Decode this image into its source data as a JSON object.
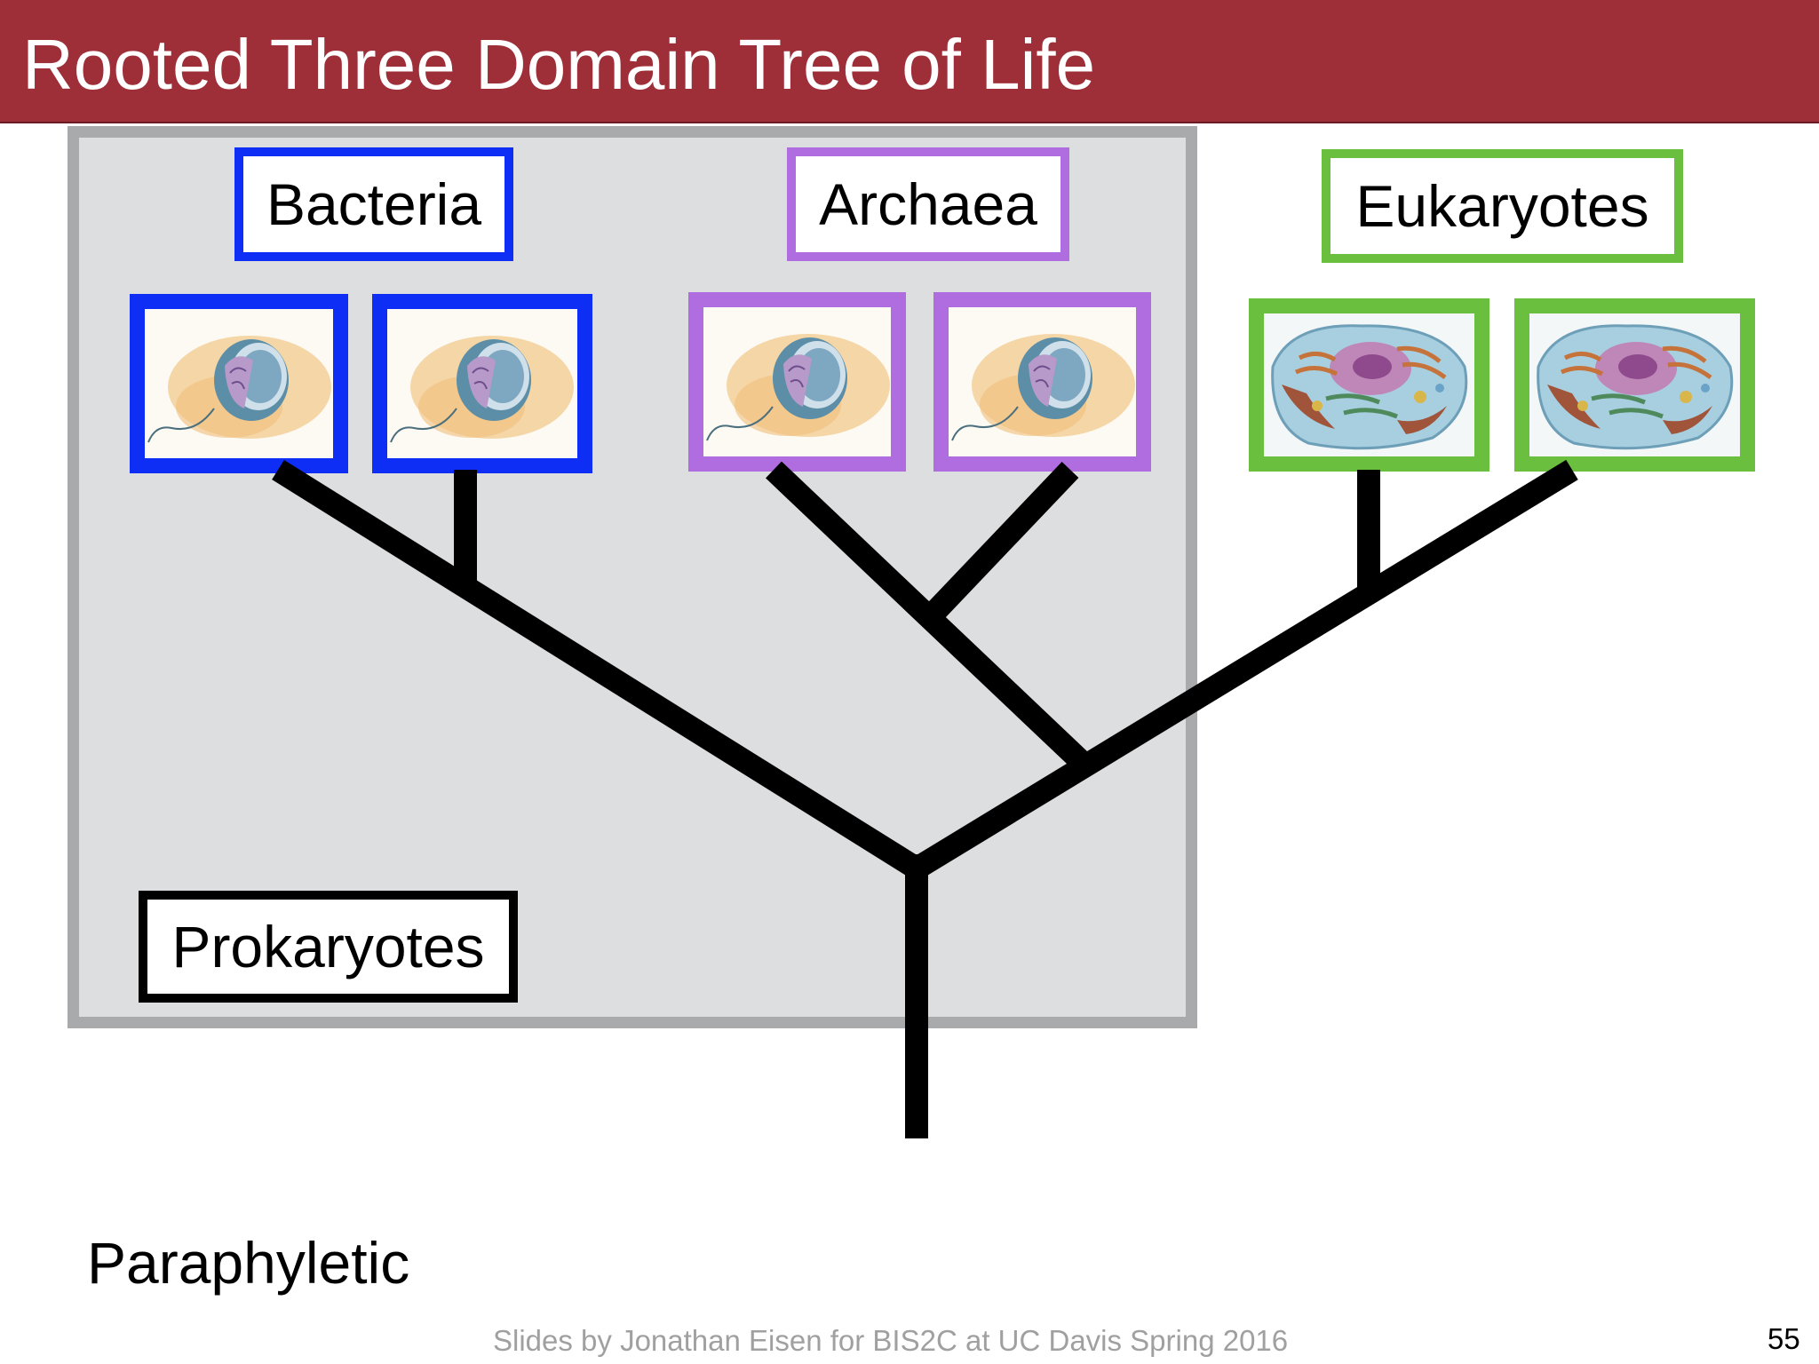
{
  "title": "Rooted Three Domain Tree of Life",
  "domains": {
    "bacteria": {
      "label": "Bacteria",
      "color": "#0f2ef5"
    },
    "archaea": {
      "label": "Archaea",
      "color": "#b06de0"
    },
    "eukaryotes": {
      "label": "Eukaryotes",
      "color": "#6abf3f"
    }
  },
  "group_label": "Prokaryotes",
  "caption": "Paraphyletic",
  "footer": "Slides by Jonathan Eisen for BIS2C at UC Davis Spring 2016",
  "slide_number": "55",
  "colors": {
    "title_bar": "#9e2f38",
    "prokaryote_region": "#dcdee0",
    "prokaryote_border": "#a8aaab",
    "tree": "#000000"
  },
  "icons": [
    "prokaryotic-cell-icon",
    "eukaryotic-cell-icon"
  ]
}
